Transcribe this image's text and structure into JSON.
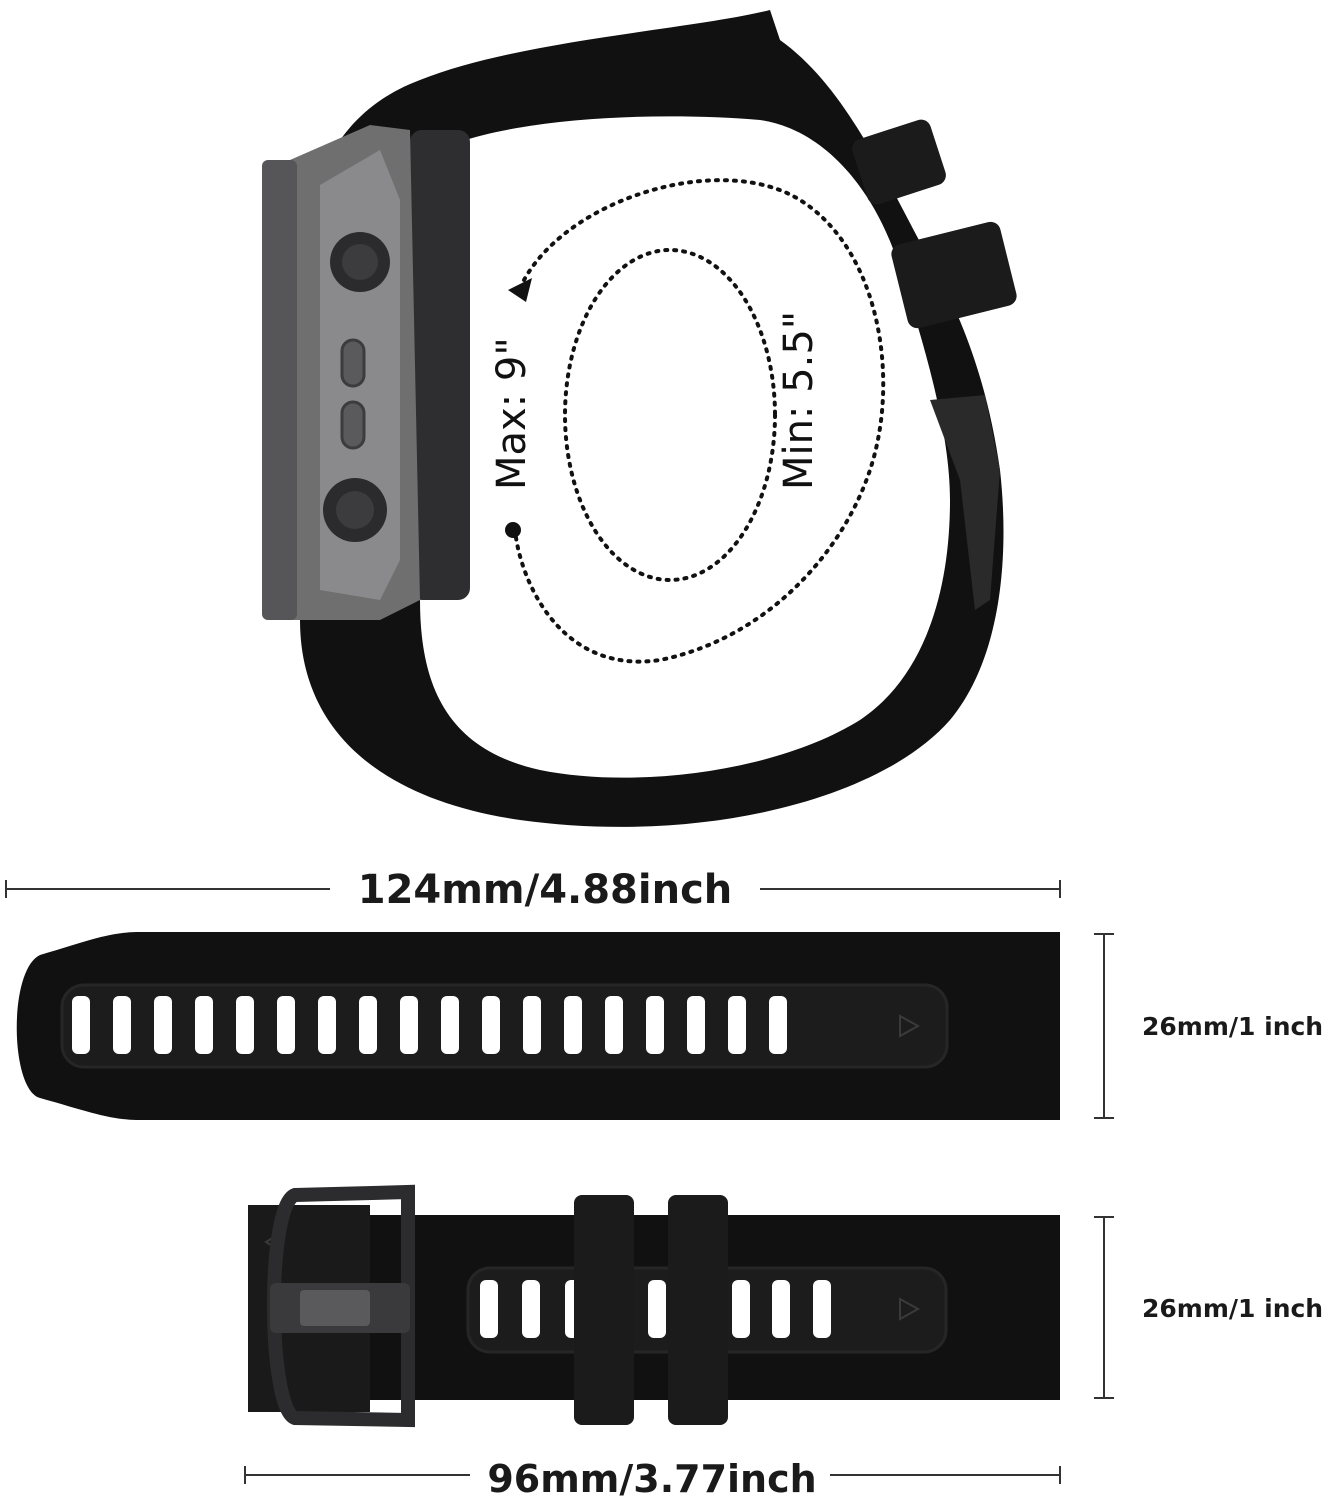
{
  "wrist_range": {
    "max_label": "Max: 9\"",
    "min_label": "Min: 5.5\""
  },
  "long_strap": {
    "length_label": "124mm/4.88inch",
    "width_label": "26mm/1 inch",
    "hole_count": 18
  },
  "short_strap": {
    "length_label": "96mm/3.77inch",
    "width_label": "26mm/1 inch",
    "hole_count": 9
  },
  "colors": {
    "strap": "#111111",
    "case": "#6f6f70",
    "dimension_line": "#333333"
  }
}
